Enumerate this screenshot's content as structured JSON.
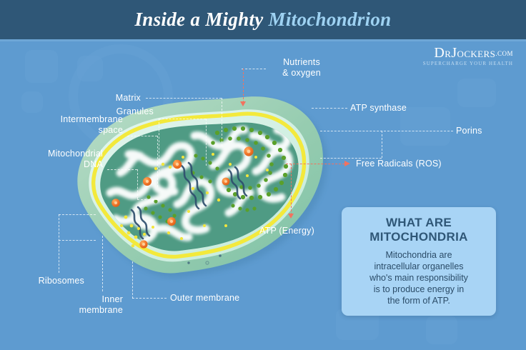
{
  "header": {
    "title_main": "Inside a Mighty",
    "title_accent": "Mitochondrion"
  },
  "logo": {
    "dr": "D",
    "r": "R",
    "jockers": "J",
    "ockers": "OCKERS",
    "dotcom": ".COM",
    "tagline": "SUPERCHARGE YOUR HEALTH"
  },
  "labels": {
    "nutrients": "Nutrients\n& oxygen",
    "matrix": "Matrix",
    "granules": "Granules",
    "intermembrane": "Intermembrane\nspace",
    "mito_dna": "Mitochondrial\nDNA",
    "atp_synthase": "ATP synthase",
    "porins": "Porins",
    "free_radicals": "Free Radicals (ROS)",
    "atp_energy": "ATP (Energy)",
    "ribosomes": "Ribosomes",
    "inner_membrane": "Inner\nmembrane",
    "outer_membrane": "Outer membrane"
  },
  "card": {
    "title": "WHAT ARE\nMITOCHONDRIA",
    "body": "Mitochondria are\nintracellular organelles\nwho's main responsibility\nis to produce energy in\nthe form of ATP."
  },
  "colors": {
    "background": "#5e9bd0",
    "header_bar": "#2f5777",
    "header_accent": "#9ed2f2",
    "card_bg": "#a8d4f5",
    "card_text": "#2f5777",
    "outer_membrane": "#8fcbb0",
    "inner_membrane": "#f3e93c",
    "intermembrane_space": "#cfeee2",
    "matrix": "#4f9b84",
    "cristae": "#ffffff",
    "granule": "#f2772c",
    "ribosome": "#f2e53c",
    "atp_synthase": "#5aa02a",
    "dna": "#2f4f6e",
    "free_radical_arrow": "#f2725f",
    "label_text": "#ffffff"
  }
}
